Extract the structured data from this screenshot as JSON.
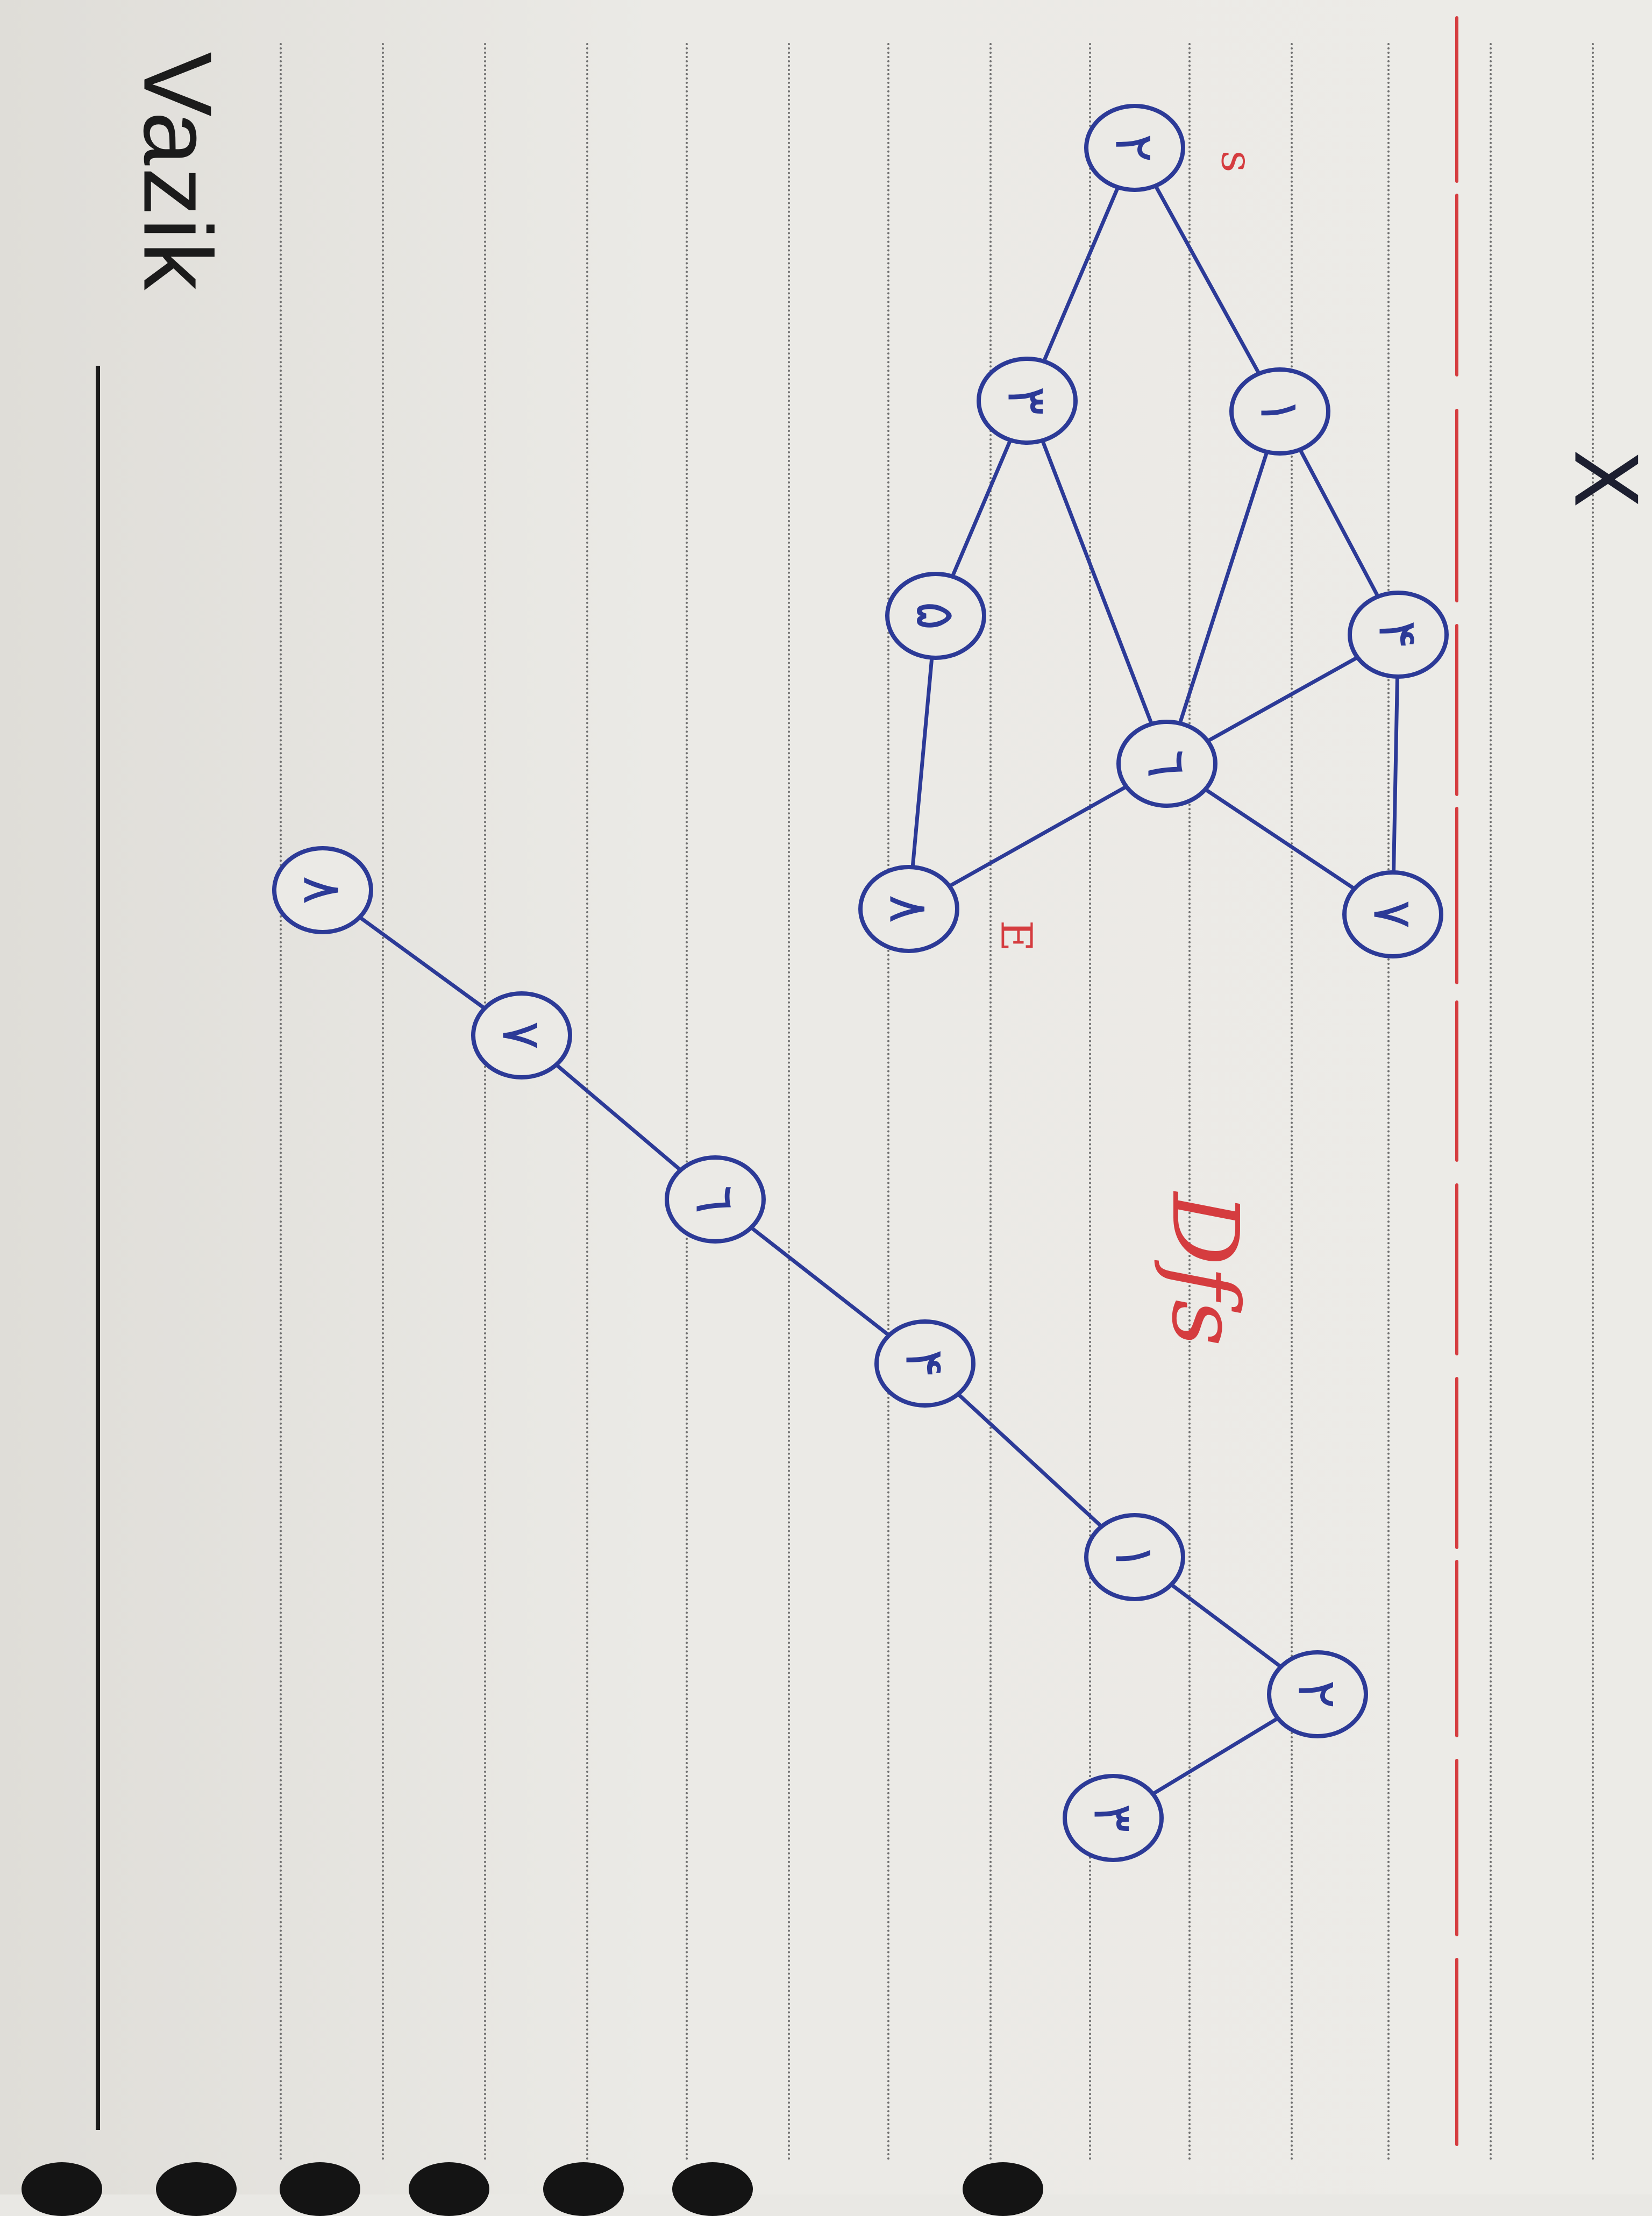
{
  "paper": {
    "brand": "Vazik"
  },
  "annotations": {
    "top_mark": "X",
    "start_label": "s",
    "end_label": "E",
    "algorithm_label": "Dfs"
  },
  "colors": {
    "ink": "#2c3a97",
    "red_ink": "#d53c3f",
    "paper": "#ebeae6",
    "ruled_dots": "#707070"
  },
  "graph": {
    "nodes": [
      {
        "id": "n2",
        "label": "٢"
      },
      {
        "id": "n1",
        "label": "١"
      },
      {
        "id": "n3",
        "label": "٣"
      },
      {
        "id": "n4",
        "label": "۴"
      },
      {
        "id": "n5",
        "label": "۵"
      },
      {
        "id": "n6",
        "label": "٦"
      },
      {
        "id": "n7",
        "label": "٧"
      },
      {
        "id": "n8",
        "label": "٨"
      }
    ],
    "edges": [
      [
        "n2",
        "n1"
      ],
      [
        "n2",
        "n3"
      ],
      [
        "n1",
        "n4"
      ],
      [
        "n1",
        "n6"
      ],
      [
        "n3",
        "n5"
      ],
      [
        "n3",
        "n6"
      ],
      [
        "n4",
        "n6"
      ],
      [
        "n4",
        "n7"
      ],
      [
        "n5",
        "n8"
      ],
      [
        "n6",
        "n7"
      ],
      [
        "n6",
        "n8"
      ]
    ]
  },
  "dfs_tree": {
    "nodes": [
      {
        "id": "t3",
        "label": "٣"
      },
      {
        "id": "t2",
        "label": "٢"
      },
      {
        "id": "t1",
        "label": "١"
      },
      {
        "id": "t4",
        "label": "۴"
      },
      {
        "id": "t6",
        "label": "٦"
      },
      {
        "id": "t7",
        "label": "٧"
      },
      {
        "id": "t8",
        "label": "٨"
      }
    ],
    "edges": [
      [
        "t3",
        "t2"
      ],
      [
        "t2",
        "t1"
      ],
      [
        "t1",
        "t4"
      ],
      [
        "t4",
        "t6"
      ],
      [
        "t6",
        "t7"
      ],
      [
        "t7",
        "t8"
      ]
    ]
  }
}
